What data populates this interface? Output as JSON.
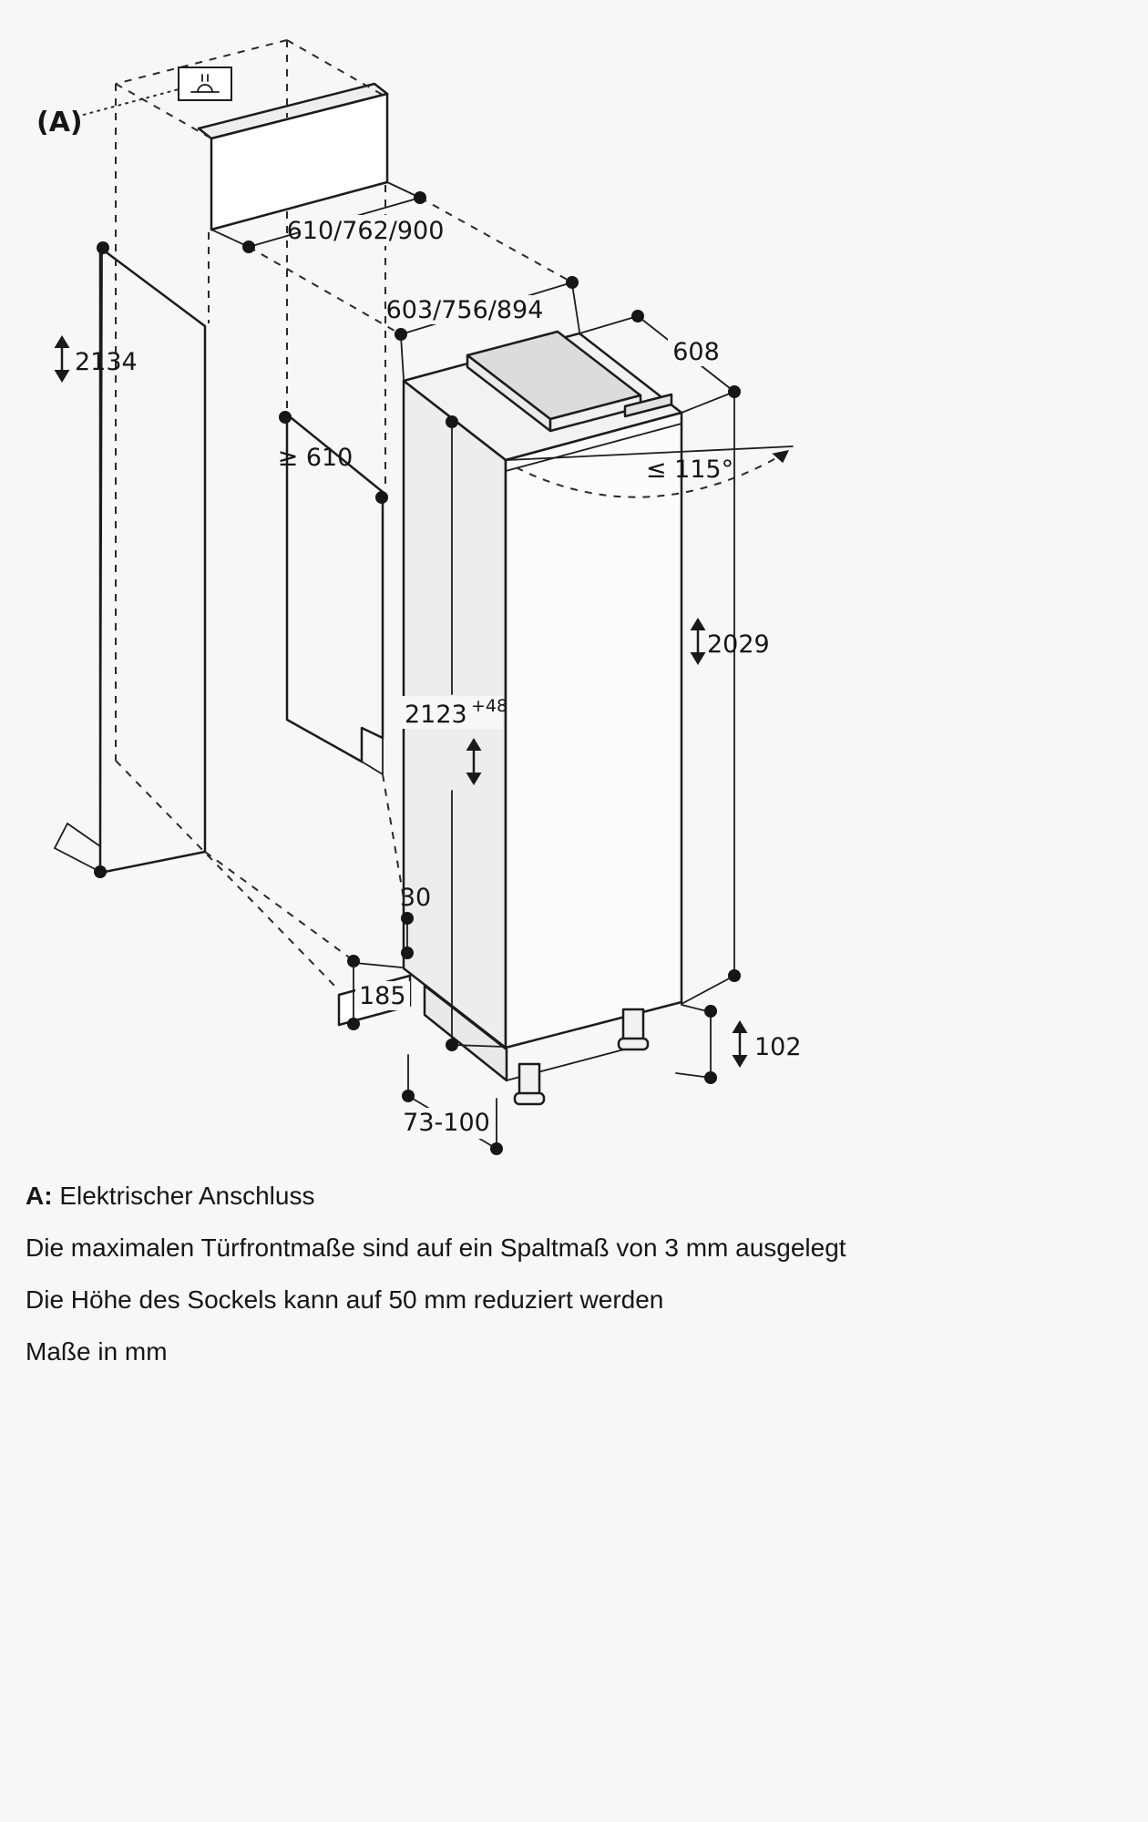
{
  "callout_a": "(A)",
  "dimensions": {
    "top_panel_width": "610/762/900",
    "niche_width": "603/756/894",
    "appliance_depth": "608",
    "total_height": "2134",
    "niche_min_depth": "≥ 610",
    "door_opening_angle": "≤ 115°",
    "door_height": "2029",
    "niche_height": "2123",
    "niche_height_tolerance": "+48",
    "rear_clearance": "30",
    "plinth_height_niche": "185",
    "plinth_height_appliance": "102",
    "plinth_depth_range": "73-100"
  },
  "notes": {
    "a_key": "A:",
    "a_value": "Elektrischer Anschluss",
    "door_front_note": "Die maximalen Türfrontmaße sind auf ein Spaltmaß von 3 mm ausgelegt",
    "plinth_note": "Die Höhe des Sockels kann auf 50 mm reduziert werden",
    "units_note": "Maße in mm"
  },
  "colors": {
    "background": "#f7f7f7",
    "line": "#1c1c1c",
    "side_face": "#ededed",
    "front_face": "#fbfbfb",
    "top_face": "#f2f2f2",
    "compartment_top": "#dcdcdc"
  }
}
